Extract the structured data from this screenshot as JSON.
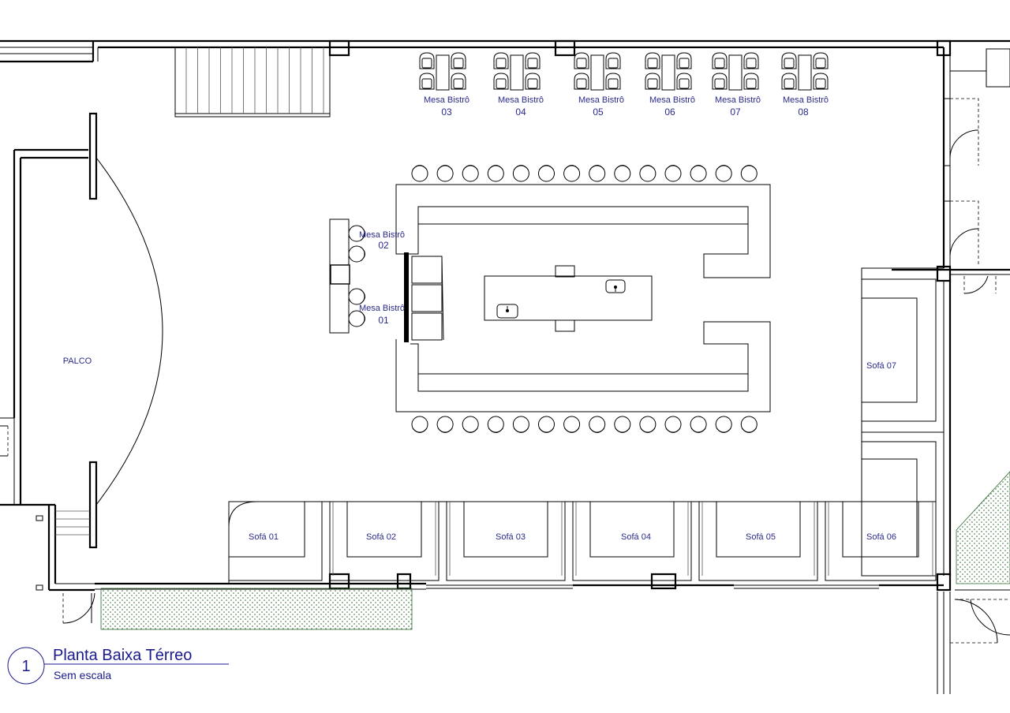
{
  "bistro_tables": [
    {
      "label": "Mesa Bistrô",
      "number": "03"
    },
    {
      "label": "Mesa Bistrô",
      "number": "04"
    },
    {
      "label": "Mesa Bistrô",
      "number": "05"
    },
    {
      "label": "Mesa Bistrô",
      "number": "06"
    },
    {
      "label": "Mesa Bistrô",
      "number": "07"
    },
    {
      "label": "Mesa Bistrô",
      "number": "08"
    }
  ],
  "bistro_side": [
    {
      "label": "Mesa Bistrô",
      "number": "02"
    },
    {
      "label": "Mesa Bistrô",
      "number": "01"
    }
  ],
  "stage": {
    "label": "PALCO"
  },
  "sofas": [
    "Sofá 01",
    "Sofá 02",
    "Sofá 03",
    "Sofá 04",
    "Sofá 05",
    "Sofá 06",
    "Sofá 07"
  ],
  "title_block": {
    "number": "1",
    "title": "Planta Baixa Térreo",
    "scale": "Sem escala"
  }
}
